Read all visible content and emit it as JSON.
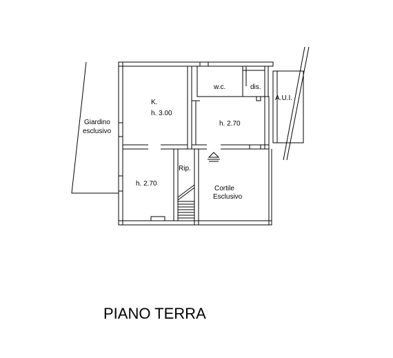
{
  "labels": {
    "kitchen": "K.",
    "kitchen_height": "h. 3.00",
    "wc": "w.c.",
    "dis": "dis.",
    "aui": "A.U.I.",
    "room_height_right": "h. 2.70",
    "room_height_left": "h. 2.70",
    "rip": "Rip.",
    "giardino_1": "Giardino",
    "giardino_2": "esclusivo",
    "cortile_1": "Cortile",
    "cortile_2": "Esclusivo"
  },
  "title": "PIANO TERRA",
  "colors": {
    "line": "#000000",
    "background": "#ffffff"
  }
}
